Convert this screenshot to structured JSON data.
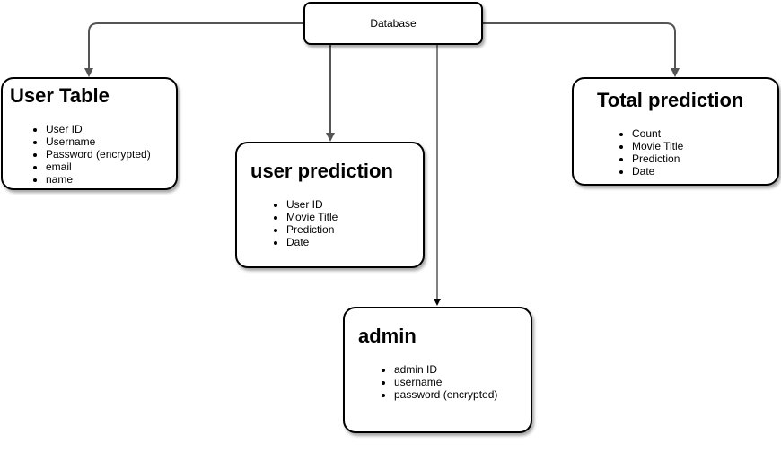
{
  "database": {
    "label": "Database"
  },
  "nodes": {
    "user_table": {
      "title": "User Table",
      "fields": [
        "User ID",
        "Username",
        "Password (encrypted)",
        "email",
        "name"
      ]
    },
    "user_prediction": {
      "title": "user prediction",
      "fields": [
        "User ID",
        "Movie Title",
        "Prediction",
        "Date"
      ]
    },
    "total_prediction": {
      "title": "Total prediction",
      "fields": [
        "Count",
        "Movie Title",
        "Prediction",
        "Date"
      ]
    },
    "admin": {
      "title": "admin",
      "fields": [
        "admin ID",
        "username",
        "password (encrypted)"
      ]
    }
  },
  "colors": {
    "edge": "#555555",
    "edge_thin": "#000000",
    "border": "#000000"
  }
}
